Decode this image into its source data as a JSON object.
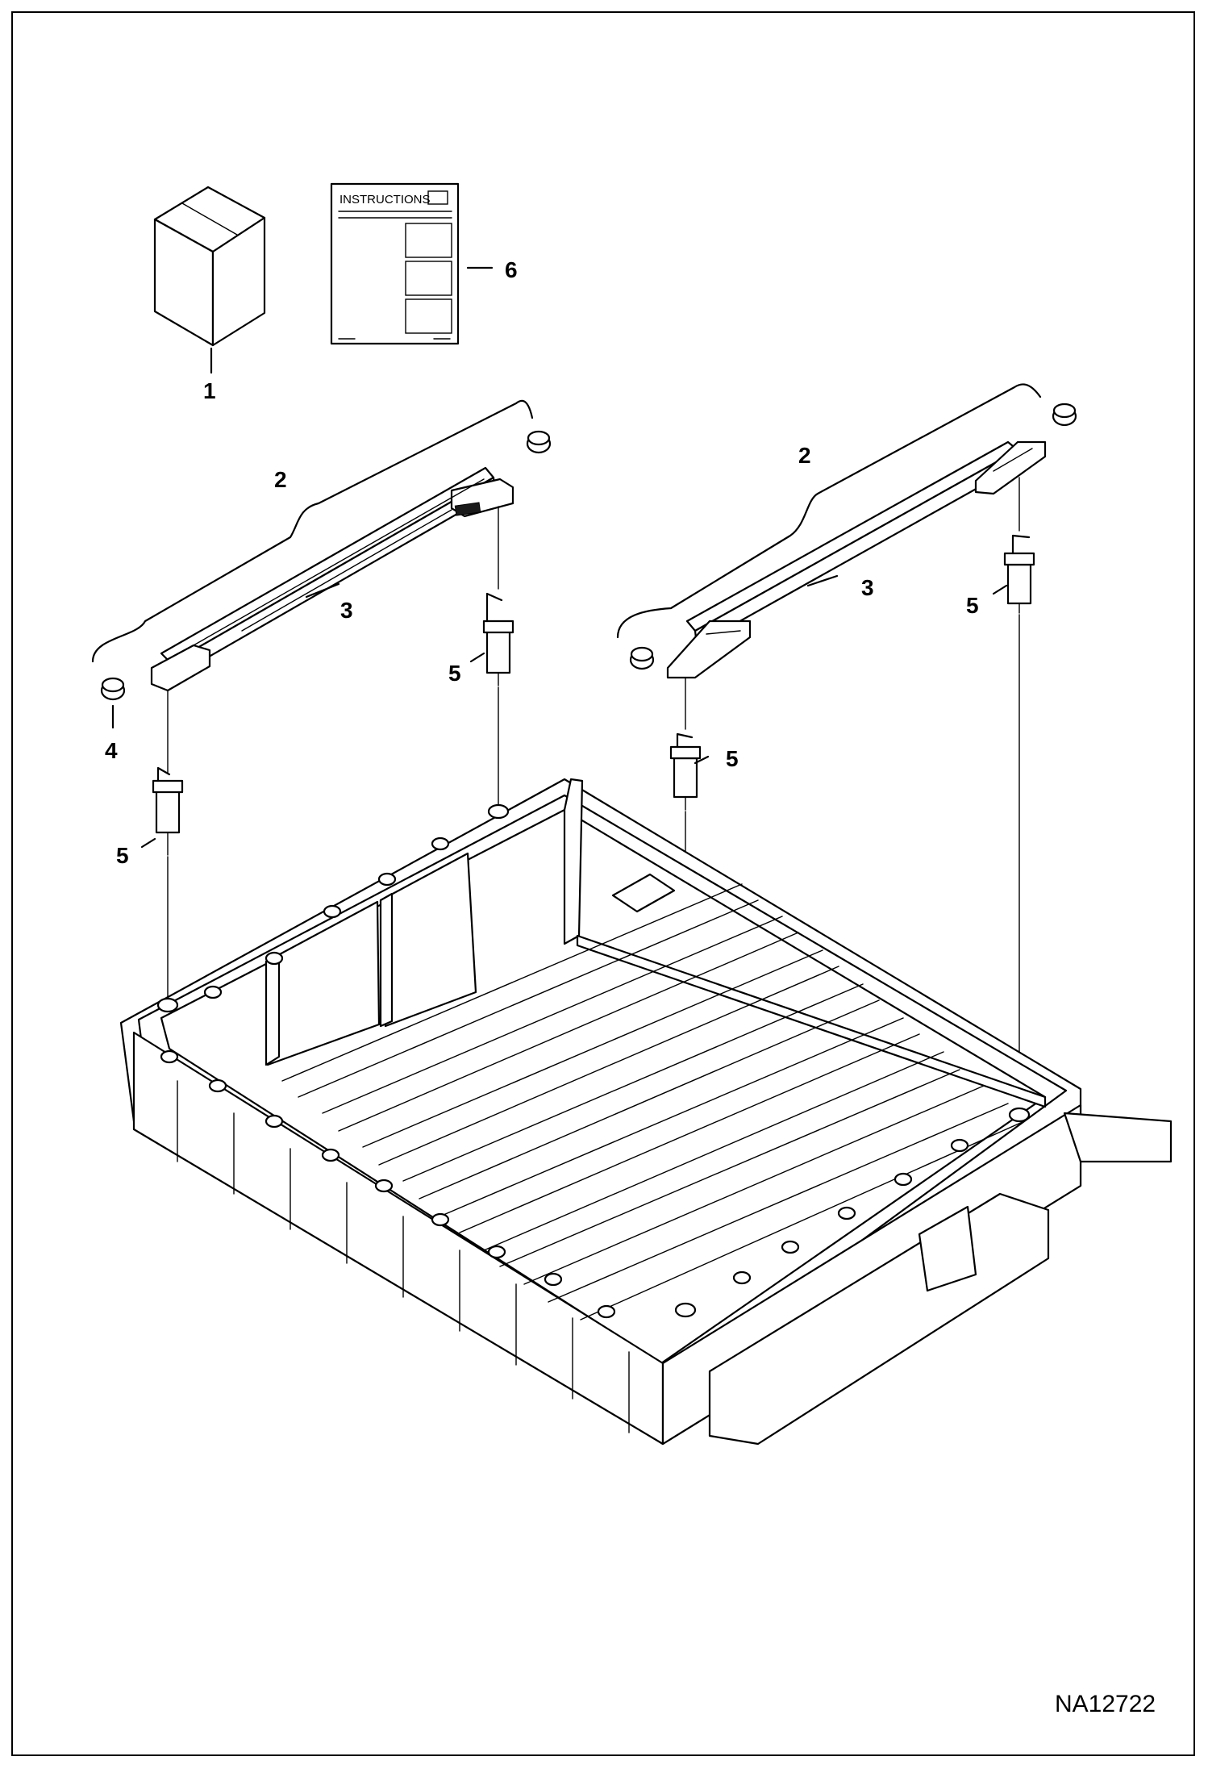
{
  "instructions_sheet": {
    "title": "INSTRUCTIONS"
  },
  "callouts": {
    "kit": "1",
    "rail_left": "2",
    "rail_right": "2",
    "bar_left": "3",
    "bar_right": "3",
    "knob": "4",
    "anchor_a": "5",
    "anchor_b": "5",
    "anchor_c": "5",
    "anchor_d": "5",
    "instructions": "6"
  },
  "drawing_number": "NA12722"
}
